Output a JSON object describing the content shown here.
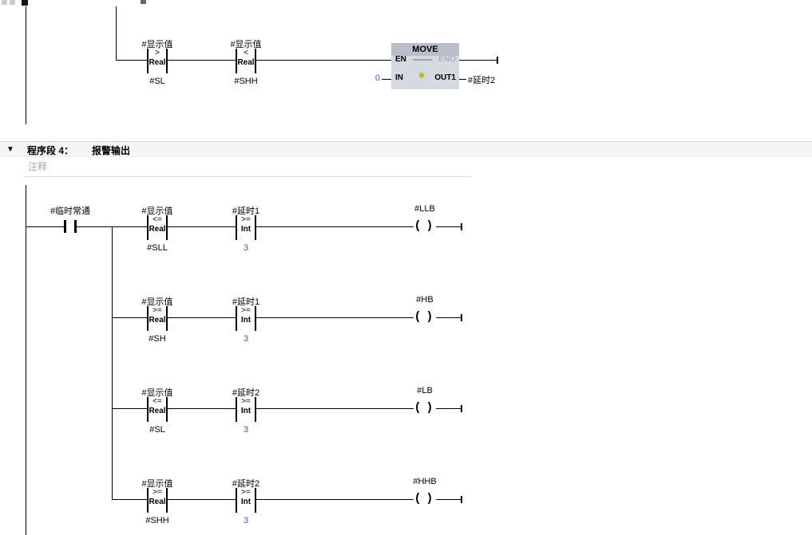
{
  "colors": {
    "wire": "#000000",
    "constant_blue": "#2b5cd9",
    "gray_pin": "#9aa2ac",
    "move_title_bg": "#b9bfca",
    "move_body_bg": "#d5d9e0",
    "star_yellow": "#b8b400",
    "comment_gray": "#a6a6a6",
    "header_bg": "#f5f5f5"
  },
  "symbols": {
    "collapse_triangle": "▼",
    "coil": "( )",
    "star": "✱"
  },
  "prev_network": {
    "contact1": {
      "label": "#显示值",
      "op": ">",
      "type": "Real",
      "operand": "#SL"
    },
    "contact2": {
      "label": "#显示值",
      "op": "<",
      "type": "Real",
      "operand": "#SHH"
    },
    "move": {
      "title": "MOVE",
      "pin_en": "EN",
      "pin_eno": "ENO",
      "pin_in": "IN",
      "pin_out1": "OUT1",
      "in_value": "0",
      "out_operand": "#延时2"
    }
  },
  "network4": {
    "label": "程序段 4：",
    "title": "报警输出",
    "comment": "注释",
    "power_contact": {
      "label": "#临时常通"
    },
    "rungs": [
      {
        "cmp1": {
          "label": "#显示值",
          "op": "<=",
          "type": "Real",
          "operand": "#SLL"
        },
        "cmp2": {
          "label": "#延时1",
          "op": ">=",
          "type": "Int",
          "operand": "3"
        },
        "coil": {
          "label": "#LLB"
        }
      },
      {
        "cmp1": {
          "label": "#显示值",
          "op": ">=",
          "type": "Real",
          "operand": "#SH"
        },
        "cmp2": {
          "label": "#延时1",
          "op": ">=",
          "type": "Int",
          "operand": "3"
        },
        "coil": {
          "label": "#HB"
        }
      },
      {
        "cmp1": {
          "label": "#显示值",
          "op": "<=",
          "type": "Real",
          "operand": "#SL"
        },
        "cmp2": {
          "label": "#延时2",
          "op": ">=",
          "type": "Int",
          "operand": "3"
        },
        "coil": {
          "label": "#LB"
        }
      },
      {
        "cmp1": {
          "label": "#显示值",
          "op": ">=",
          "type": "Real",
          "operand": "#SHH"
        },
        "cmp2": {
          "label": "#延时2",
          "op": ">=",
          "type": "Int",
          "operand": "3"
        },
        "coil": {
          "label": "#HHB"
        }
      }
    ]
  }
}
